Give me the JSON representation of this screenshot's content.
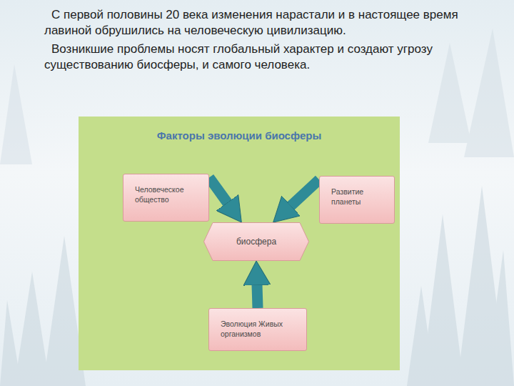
{
  "diagram": {
    "title": "Факторы эволюции биосферы",
    "nodes": [
      {
        "text": [
          "Человеческое общество"
        ]
      },
      {
        "text": [
          "Развитие планеты"
        ]
      },
      {
        "text": [
          "биосфера"
        ]
      },
      {
        "text": [
          "Эволюция Живых организмов"
        ]
      }
    ],
    "edges": [
      {
        "from": 0,
        "to": 2,
        "arrow": "to"
      },
      {
        "from": 1,
        "to": 2,
        "arrow": "to"
      },
      {
        "from": 3,
        "to": 2,
        "arrow": "to"
      }
    ],
    "labels": [
      "С первой половины 20 века изменения нарастали и в настоящее время лавиной обрушились на человеческую цивилизацию.",
      "Возникшие проблемы носят глобальный характер и создают угрозу существованию биосферы, и самого человека."
    ]
  }
}
